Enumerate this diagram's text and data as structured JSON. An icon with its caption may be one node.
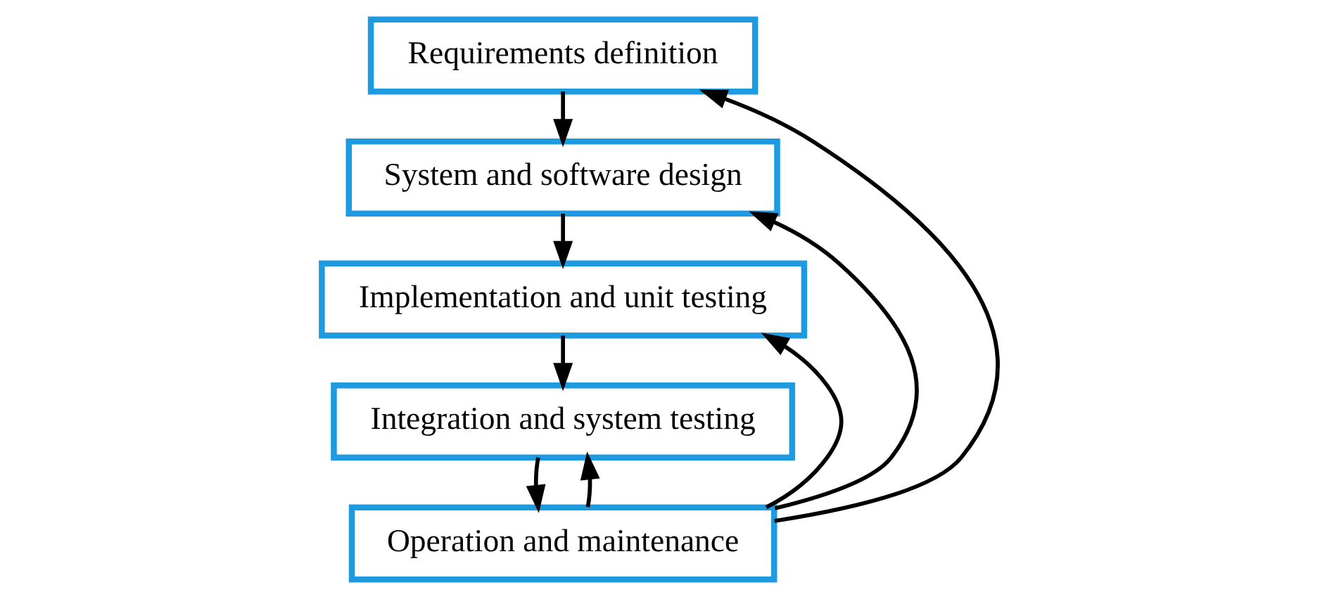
{
  "diagram": {
    "nodes": [
      {
        "text": [
          "Requirements definition"
        ]
      },
      {
        "text": [
          "System and software design"
        ]
      },
      {
        "text": [
          "Implementation and unit testing"
        ]
      },
      {
        "text": [
          "Integration and system testing"
        ]
      },
      {
        "text": [
          "Operation and maintenance"
        ]
      }
    ],
    "edges": [
      {
        "from": 0,
        "to": 1,
        "arrow": "to"
      },
      {
        "from": 1,
        "to": 2,
        "arrow": "to"
      },
      {
        "from": 2,
        "to": 3,
        "arrow": "to"
      },
      {
        "from": 3,
        "to": 4,
        "arrow": "to"
      },
      {
        "from": 4,
        "to": 0,
        "arrow": "to"
      },
      {
        "from": 4,
        "to": 1,
        "arrow": "to"
      },
      {
        "from": 4,
        "to": 2,
        "arrow": "to"
      },
      {
        "from": 4,
        "to": 3,
        "arrow": "to"
      }
    ]
  }
}
